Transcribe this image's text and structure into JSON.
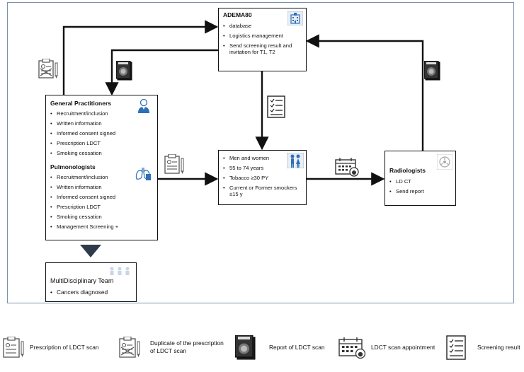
{
  "adema": {
    "title": "ADEMA80",
    "items": [
      "database",
      "Logistics management",
      "Send  screening result and invitation for T1, T2"
    ]
  },
  "gp": {
    "title": "General Practitioners",
    "items": [
      "Recruitment/inclusion",
      "Written information",
      "Informed consent signed",
      "Prescription LDCT",
      "Smoking cessation"
    ]
  },
  "pulmo": {
    "title": "Pulmonologists",
    "items": [
      "Recruitment/inclusion",
      "Written information",
      "Informed consent signed",
      "Prescription LDCT",
      "Smoking cessation",
      "Management Screening +"
    ]
  },
  "population": {
    "items": [
      "Men and women",
      "55 to 74 years",
      "Tobacco ≥30 PY",
      "Current or Former smockers ≤15 y"
    ]
  },
  "radio": {
    "title": "Radiologists",
    "items": [
      "LD CT",
      "Send report"
    ]
  },
  "mdt": {
    "title": "MultiDisciplinary Team",
    "items": [
      "Cancers diagnosed"
    ]
  },
  "legend": [
    {
      "icon": "prescription-icon",
      "label": "Prescription of LDCT scan"
    },
    {
      "icon": "duplicate-prescription-icon",
      "label": "Duplicate of the prescription of LDCT scan"
    },
    {
      "icon": "report-icon",
      "label": "Report of LDCT scan"
    },
    {
      "icon": "calendar-appointment-icon",
      "label": "LDCT scan appointment"
    },
    {
      "icon": "screening-result-icon",
      "label": "Screening result"
    }
  ],
  "colors": {
    "arrow": "#111111",
    "frame": "#7b93b0",
    "triangle": "#2f3b4a",
    "icon_blue": "#2e6fb5"
  }
}
